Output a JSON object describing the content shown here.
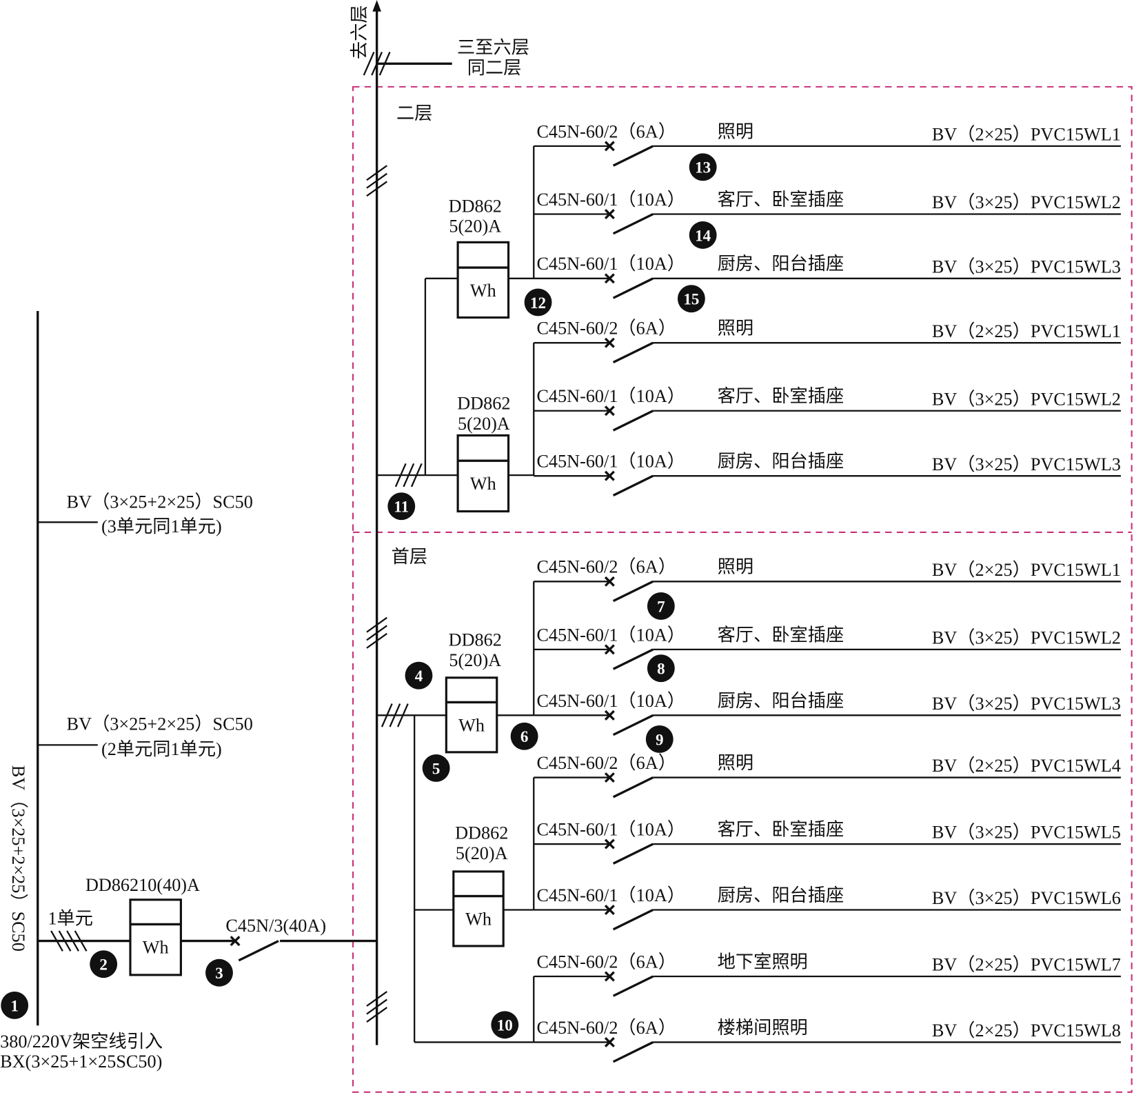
{
  "colors": {
    "line": "#111111",
    "floor_boundary": "#c8307a"
  },
  "main": {
    "up_label": "去六层",
    "upper_floors_note": [
      "三至六层",
      "同二层"
    ],
    "floor2_label": "二层",
    "floor1_label": "首层"
  },
  "incoming": {
    "feeder_vertical": "BV（3×25+2×25）SC50",
    "source": [
      "380/220V架空线引入",
      "BX(3×25+1×25SC50)"
    ],
    "unit3": [
      "BV（3×25+2×25）SC50",
      "(3单元同1单元)"
    ],
    "unit2": [
      "BV（3×25+2×25）SC50",
      "(2单元同1单元)"
    ],
    "unit1_label": "1单元",
    "main_meter_label": "DD86210(40)A",
    "main_breaker_label": "C45N/3(40A)"
  },
  "meter": {
    "symbol": "Wh",
    "model": "DD862",
    "rating": "5(20)A"
  },
  "circuits": [
    {
      "breaker": "C45N-60/2（6A）",
      "use": "照明",
      "cable": "BV（2×25）PVC15WL1"
    },
    {
      "breaker": "C45N-60/1（10A）",
      "use": "客厅、卧室插座",
      "cable": "BV（3×25）PVC15WL2"
    },
    {
      "breaker": "C45N-60/1（10A）",
      "use": "厨房、阳台插座",
      "cable": "BV（3×25）PVC15WL3"
    },
    {
      "breaker": "C45N-60/2（6A）",
      "use": "照明",
      "cable": "BV（2×25）PVC15WL1"
    },
    {
      "breaker": "C45N-60/1（10A）",
      "use": "客厅、卧室插座",
      "cable": "BV（3×25）PVC15WL2"
    },
    {
      "breaker": "C45N-60/1（10A）",
      "use": "厨房、阳台插座",
      "cable": "BV（3×25）PVC15WL3"
    },
    {
      "breaker": "C45N-60/2（6A）",
      "use": "照明",
      "cable": "BV（2×25）PVC15WL1"
    },
    {
      "breaker": "C45N-60/1（10A）",
      "use": "客厅、卧室插座",
      "cable": "BV（3×25）PVC15WL2"
    },
    {
      "breaker": "C45N-60/1（10A）",
      "use": "厨房、阳台插座",
      "cable": "BV（3×25）PVC15WL3"
    },
    {
      "breaker": "C45N-60/2（6A）",
      "use": "照明",
      "cable": "BV（2×25）PVC15WL4"
    },
    {
      "breaker": "C45N-60/1（10A）",
      "use": "客厅、卧室插座",
      "cable": "BV（3×25）PVC15WL5"
    },
    {
      "breaker": "C45N-60/1（10A）",
      "use": "厨房、阳台插座",
      "cable": "BV（3×25）PVC15WL6"
    },
    {
      "breaker": "C45N-60/2（6A）",
      "use": "地下室照明",
      "cable": "BV（2×25）PVC15WL7"
    },
    {
      "breaker": "C45N-60/2（6A）",
      "use": "楼梯间照明",
      "cable": "BV（2×25）PVC15WL8"
    }
  ],
  "badges": [
    "1",
    "2",
    "3",
    "4",
    "5",
    "6",
    "7",
    "8",
    "9",
    "10",
    "11",
    "12",
    "13",
    "14",
    "15"
  ]
}
